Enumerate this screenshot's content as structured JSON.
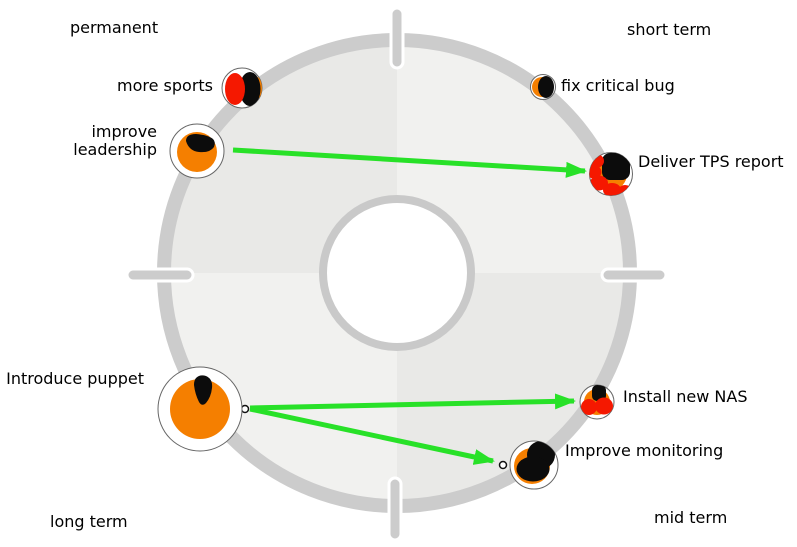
{
  "colors": {
    "background": "#ffffff",
    "ring": "#cccccc",
    "tick": "#cccccc",
    "tick_outline": "#ffffff",
    "quadrant_dark": "#e9e9e7",
    "quadrant_light": "#f1f1ef",
    "hub_fill": "#ffffff",
    "hub_border": "#c9c9c9",
    "node_fill": "#ffffff",
    "node_border": "#666666",
    "sticker_orange": "#f57f00",
    "sticker_red": "#f51800",
    "sticker_black": "#0c0c0c",
    "arrow_green": "#28e128",
    "handle_fill": "#ffffff",
    "handle_stroke": "#111111",
    "label_color": "#000000"
  },
  "quadrant_labels": {
    "top_left": "permanent",
    "top_right": "short term",
    "bottom_left": "long term",
    "bottom_right": "mid term"
  },
  "nodes": {
    "more_sports": {
      "label": "more sports",
      "quadrant": "permanent",
      "stickers": [
        "red",
        "black",
        "orange"
      ]
    },
    "improve_leadership": {
      "label": "improve leadership",
      "quadrant": "permanent",
      "stickers": [
        "orange",
        "black"
      ]
    },
    "fix_critical_bug": {
      "label": "fix critical bug",
      "quadrant": "short term",
      "stickers": [
        "orange",
        "black"
      ]
    },
    "deliver_tps_report": {
      "label": "Deliver TPS report",
      "quadrant": "short term",
      "stickers": [
        "orange",
        "black",
        "red",
        "red",
        "red",
        "red",
        "red"
      ]
    },
    "introduce_puppet": {
      "label": "Introduce puppet",
      "quadrant": "long term",
      "stickers": [
        "orange",
        "black"
      ]
    },
    "install_new_nas": {
      "label": "Install new NAS",
      "quadrant": "mid term",
      "stickers": [
        "orange",
        "black",
        "red",
        "red"
      ]
    },
    "improve_monitoring": {
      "label": "Improve monitoring",
      "quadrant": "mid term",
      "stickers": [
        "orange",
        "black",
        "black"
      ]
    }
  },
  "arrows": [
    {
      "from": "improve_leadership",
      "to": "deliver_tps_report",
      "color": "#28e128"
    },
    {
      "from": "introduce_puppet",
      "to": "install_new_nas",
      "color": "#28e128"
    },
    {
      "from": "introduce_puppet",
      "to": "improve_monitoring",
      "color": "#28e128"
    }
  ]
}
